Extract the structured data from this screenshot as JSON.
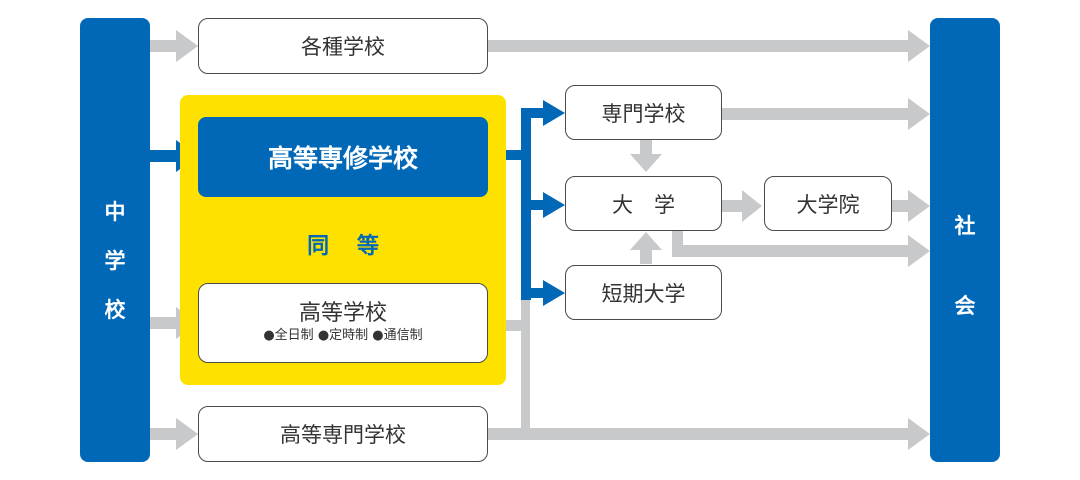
{
  "left_column": {
    "chars": [
      "中",
      "学",
      "校"
    ],
    "label": "中学校"
  },
  "right_column": {
    "chars": [
      "社",
      "会"
    ],
    "label": "社会"
  },
  "boxes": {
    "kakushu": "各種学校",
    "koto_senshu": "高等専修学校",
    "equal_label": "同 等",
    "koto_gakko": "高等学校",
    "koto_gakko_types": "●全日制 ●定時制 ●通信制",
    "koto_senmon": "高等専門学校",
    "senmon": "専門学校",
    "daigaku": "大　学",
    "tanki": "短期大学",
    "daigakuin": "大学院"
  },
  "colors": {
    "blue": "#0068b7",
    "yellow": "#ffe100",
    "gray_arrow": "#c8c9ca",
    "box_border": "#4a4a4a"
  }
}
